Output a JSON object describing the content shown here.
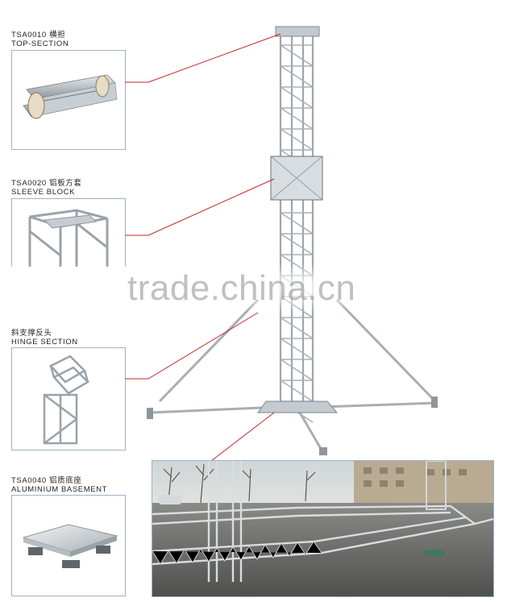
{
  "sections": [
    {
      "code": "TSA0010",
      "cn": "横担",
      "name": "TOP-SECTION"
    },
    {
      "code": "TSA0020",
      "cn": "铝板方套",
      "name": "SLEEVE BLOCK"
    },
    {
      "code": "",
      "cn": "斜支撑反头",
      "name": "HINGE SECTION"
    },
    {
      "code": "TSA0040",
      "cn": "铝质底座",
      "name": "ALUMINIUM BASEMENT"
    }
  ],
  "watermark": "trade.china.cn",
  "colors": {
    "leader": "#c0282a",
    "frame": "#9cb3c8",
    "metal": "#b9c0c6"
  }
}
